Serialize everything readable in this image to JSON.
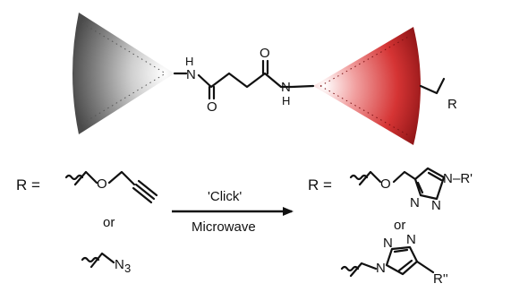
{
  "colors": {
    "left_dendron": "#9a9a9a",
    "right_dendron": "#c0282a",
    "ink": "#111111"
  },
  "core": {
    "nh_left_n": "N",
    "nh_left_h": "H",
    "carbonyl_o_left": "O",
    "carbonyl_o_right": "O",
    "nh_right_n": "N",
    "nh_right_h": "H",
    "r_group": "R"
  },
  "reactants": {
    "r_equals": "R =",
    "alkyne_o": "O",
    "or_label": "or",
    "azide_label": "N",
    "azide_sub": "3"
  },
  "conditions": {
    "above": "'Click'",
    "below": "Microwave"
  },
  "products": {
    "r_equals": "R =",
    "ether_o": "O",
    "triazole1_n1": "N",
    "triazole1_n2": "N",
    "triazole1_n3": "N",
    "triazole1_r": "–R'",
    "or_label": "or",
    "triazole2_n1": "N",
    "triazole2_n2": "N",
    "triazole2_n3": "N",
    "triazole2_r": "R''"
  }
}
